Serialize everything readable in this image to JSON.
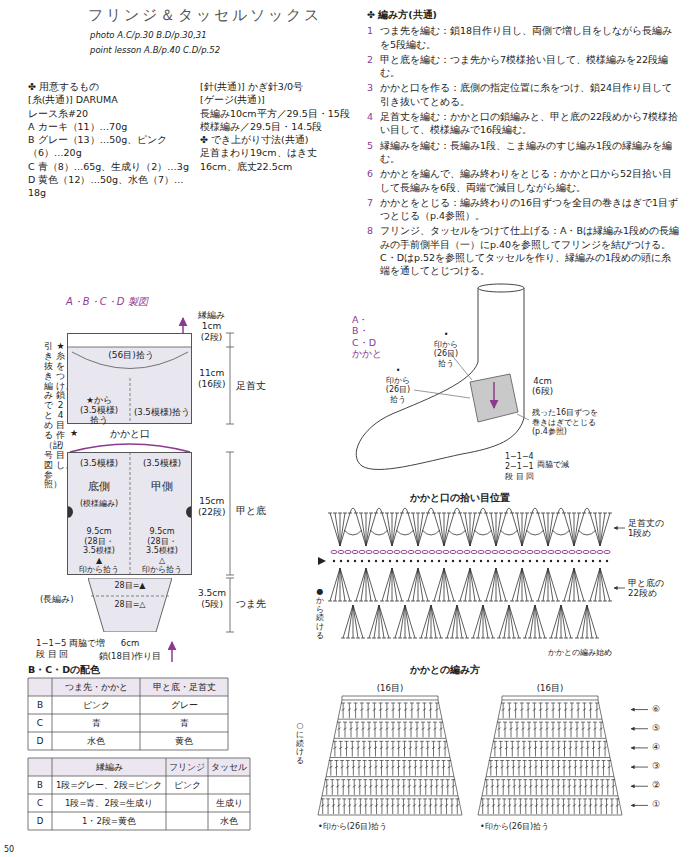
{
  "diagram": {
    "title": "フリンジ＆タッセルソックス",
    "nodes": [
      {
        "text": [
          "(56目)拾う",
          "★から (3.5模様)拾う",
          "(3.5模様)拾う"
        ]
      },
      {
        "text": [
          "(3.5模様)",
          "(3.5模様)",
          "底側",
          "甲側",
          "(模様編み)",
          "9.5cm (28目・3.5模様) ▲印から拾う",
          "9.5cm (28目・3.5模様) △印から拾う"
        ]
      },
      {
        "text": [
          "28目=▲",
          "28目=△"
        ]
      }
    ],
    "labels": [
      "photo A.C/p.30 B.D/p.30,31",
      "point lesson A.B/p.40 C.D/p.52",
      "✤ 用意するもの",
      "[糸(共通)] DARUMA",
      "レース糸#20",
      "A カーキ（11）…70g",
      "B グレー（13）…50g、ピンク（6）…20g",
      "C 青（8）…65g、生成り（2）…3g",
      "D 黄色（12）…50g、水色（7）…18g",
      "[針(共通)] かぎ針3/0号",
      "[ゲージ(共通)]",
      "長編み10cm平方／29.5目・15段",
      "模様編み／29.5目・14.5段",
      "✤ でき上がり寸法(共通)",
      "足首まわり19cm、はき丈16cm、底丈22.5cm",
      "✤ 編み方(共通)",
      "1",
      "つま先を編む：鎖18目作り目し、両側で増し目をしながら長編みを5段編む。",
      "2",
      "甲と底を編む：つま先から7模様拾い目して、模様編みを22段編む。",
      "3",
      "かかと口を作る：底側の指定位置に糸をつけ、鎖24目作り目して引き抜いてとめる。",
      "4",
      "足首丈を編む：かかと口の鎖編みと、甲と底の22段めから7模様拾い目して、模様編みで16段編む。",
      "5",
      "縁編みを編む：長編み1段、こま編みのすじ編み1段の縁編みを編む。",
      "6",
      "かかとを編んで、編み終わりをとじる：かかと口から52目拾い目して長編みを6段、両端で減目しながら編む。",
      "7",
      "かかとをとじる：編み終わりの16目ずつを全目の巻きはぎで1目ずつとじる（p.4参照）。",
      "8",
      "フリンジ、タッセルをつけて仕上げる：A・Bは縁編み1段めの長編みの手前側半目（一）にp.40を参照してフリンジを結びつける。C・Dはp.52を参照してタッセルを作り、縁編みの1段めの頭に糸端を通してとじつける。",
      "A・B・C・D 製図",
      "縁編み 1cm (2段)",
      "足首丈",
      "11cm (16段)",
      "★ 糸をつけ、鎖24目作り目し、",
      "引き抜き編みでとめる（記号図参照）",
      "★",
      "かかと口",
      "15cm (22段)",
      "甲と底",
      "(長編み)",
      "3.5cm (5段)",
      "つま先",
      "1−1−5 両脇で増",
      "段 目 回",
      "6cm",
      "鎖(18目)作り目",
      "B・C・Dの配色",
      "つま先・かかと",
      "甲と底・足首丈",
      "B",
      "ピンク",
      "グレー",
      "C",
      "青",
      "青",
      "D",
      "水色",
      "黄色",
      "縁編み",
      "フリンジ",
      "タッセル",
      "B",
      "1段=グレー、2段=ピンク",
      "ピンク",
      "C",
      "1段=青、2段=生成り",
      "生成り",
      "D",
      "1・2段=黄色",
      "水色",
      "A・B・C・D かかと",
      "•印から (26目)拾う",
      "4cm (6段)",
      "•印から (26目)拾う",
      "残った16目ずつを 巻きはぎでとじる(p.4参照)",
      "1−1−4",
      "2−1−1",
      "段 目 回",
      "両脇で減",
      "かかと口の拾い目位置",
      "足首丈の 1段め",
      "甲と底の 22段め",
      "かかとの編み始め",
      "●から続ける",
      "かかとの編み方",
      "(16目)",
      "(16目)",
      "⑥",
      "⑤",
      "④",
      "③",
      "②",
      "①",
      "○に続ける",
      "•印から(26目)拾う",
      "•印から(26目)拾う",
      "50"
    ]
  }
}
